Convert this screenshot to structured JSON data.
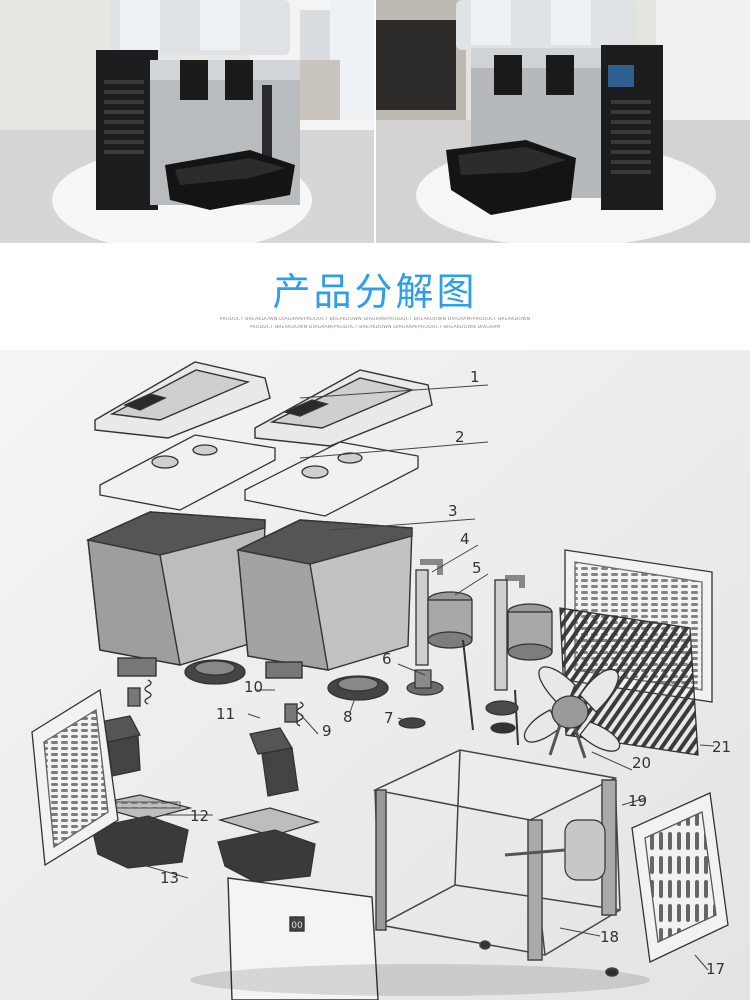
{
  "section_title": "产品分解图",
  "section_subtitle_lines": [
    "PRODUCT BREAKDOWN DIAGRAM/PRODUCT BREAKDOWN DIAGRAM/PRODUCT BREAKDOWN DIAGRAM/PRODUCT BREAKDOWN",
    "PRODUCT BREAKDOWN DIAGRAM/PRODUCT BREAKDOWN DIAGRAM/PRODUCT BREAKDOWN DIAGRAM"
  ],
  "callouts": [
    "1",
    "2",
    "3",
    "4",
    "5",
    "6",
    "7",
    "8",
    "9",
    "10",
    "11",
    "12",
    "13",
    "17",
    "18",
    "19",
    "20",
    "21"
  ],
  "front_panel_label": "00",
  "colors": {
    "title": "#2f9ee9",
    "diagram_bg": "#efefef",
    "ink": "#3a3a3a"
  }
}
